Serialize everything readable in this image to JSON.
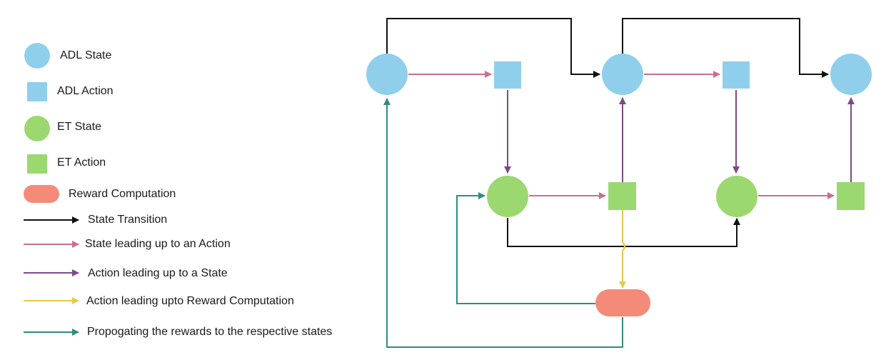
{
  "legend": {
    "adl_state": "ADL State",
    "adl_action": "ADL Action",
    "et_state": "ET State",
    "et_action": "ET Action",
    "reward": "Reward Computation",
    "state_transition": "State Transition",
    "state_to_action": "State leading up to an Action",
    "action_to_state": "Action leading up to a State",
    "action_to_reward": "Action leading upto Reward Computation",
    "propagating": "Propogating the rewards to the respective states"
  },
  "colors": {
    "adl": "#90cfeb",
    "et": "#9cd870",
    "reward": "#f48b78",
    "transition": "#111111",
    "state_to_action": "#cc6f8d",
    "action_to_state": "#7b4a88",
    "action_to_reward": "#e8c84a",
    "propagating": "#2f8d7f"
  }
}
